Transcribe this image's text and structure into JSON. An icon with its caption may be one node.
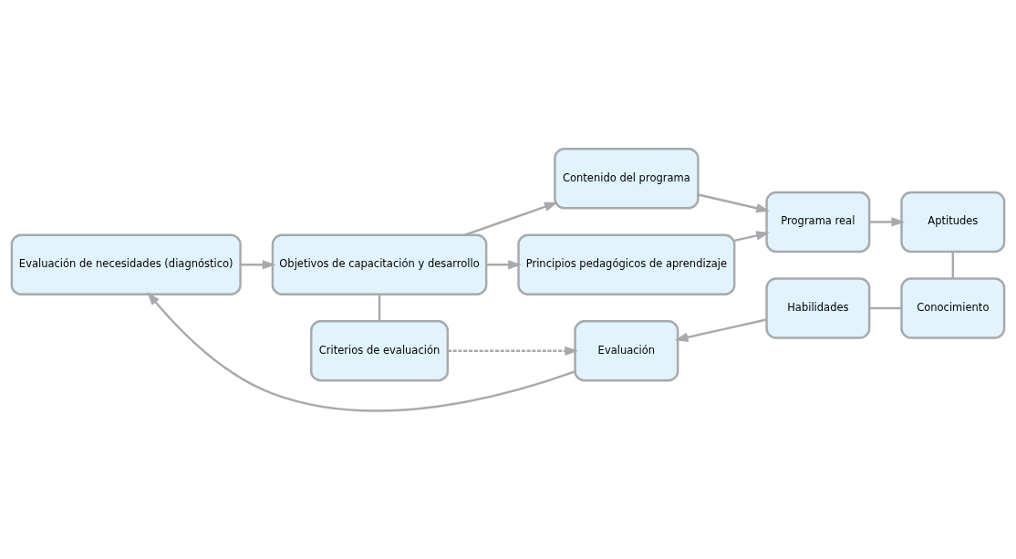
{
  "diagram": {
    "nodes": [
      {
        "text": [
          "Evaluación de necesidades (diagnóstico)"
        ]
      },
      {
        "text": [
          "Objetivos de capacitación y desarrollo"
        ]
      },
      {
        "text": [
          "Contenido del programa"
        ]
      },
      {
        "text": [
          "Principios pedagógicos de aprendizaje"
        ]
      },
      {
        "text": [
          "Programa real"
        ]
      },
      {
        "text": [
          "Aptitudes"
        ]
      },
      {
        "text": [
          "Criterios de evaluación"
        ]
      },
      {
        "text": [
          "Evaluación"
        ]
      },
      {
        "text": [
          "Habilidades"
        ]
      },
      {
        "text": [
          "Conocimiento"
        ]
      }
    ],
    "edges": [
      {
        "from": 0,
        "to": 1,
        "arrow": "to"
      },
      {
        "from": 1,
        "to": 2,
        "arrow": "to"
      },
      {
        "from": 1,
        "to": 3,
        "arrow": "to"
      },
      {
        "from": 2,
        "to": 4,
        "arrow": "to"
      },
      {
        "from": 3,
        "to": 4,
        "arrow": "to"
      },
      {
        "from": 4,
        "to": 5,
        "arrow": "to"
      },
      {
        "from": 5,
        "to": 9,
        "arrow": "none"
      },
      {
        "from": 9,
        "to": 8,
        "arrow": "none"
      },
      {
        "from": 8,
        "to": 7,
        "arrow": "to"
      },
      {
        "from": 7,
        "to": 0,
        "arrow": "to"
      },
      {
        "from": 1,
        "to": 6,
        "arrow": "none"
      },
      {
        "from": 6,
        "to": 7,
        "arrow": "to",
        "style": "dashed"
      }
    ]
  }
}
